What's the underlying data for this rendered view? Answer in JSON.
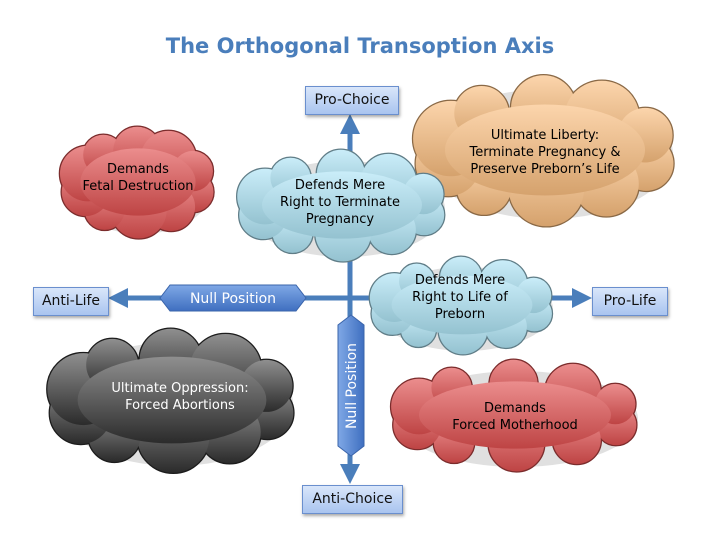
{
  "title": "The Orthogonal Transoption Axis",
  "axes": {
    "top": "Pro-Choice",
    "bottom": "Anti-Choice",
    "left": "Anti-Life",
    "right": "Pro-Life",
    "null_horizontal": "Null Position",
    "null_vertical": "Null Position"
  },
  "clouds": [
    {
      "line1": "Demands",
      "line2": "Fetal Destruction",
      "color": "#e05050"
    },
    {
      "line1": "Defends Mere",
      "line2": "Right to Terminate",
      "line3": "Pregnancy",
      "color": "#aee4f5"
    },
    {
      "line1": "Ultimate Liberty:",
      "line2": "Terminate Pregnancy &",
      "line3": "Preserve Preborn’s Life",
      "color": "#fbbf80"
    },
    {
      "line1": "Defends Mere",
      "line2": "Right to Life of",
      "line3": "Preborn",
      "color": "#aee4f5"
    },
    {
      "line1": "Ultimate Oppression:",
      "line2": "Forced Abortions",
      "color": "#333333"
    },
    {
      "line1": "Demands",
      "line2": "Forced Motherhood",
      "color": "#e05050"
    }
  ]
}
